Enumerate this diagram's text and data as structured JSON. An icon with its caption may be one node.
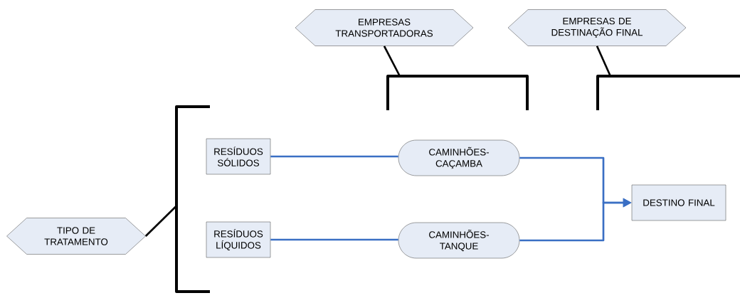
{
  "diagram": {
    "nodes": [
      {
        "text": [
          "TIPO DE TRATAMENTO"
        ]
      },
      {
        "text": [
          "EMPRESAS TRANSPORTADORAS"
        ]
      },
      {
        "text": [
          "EMPRESAS DE DESTINAÇÃO FINAL"
        ]
      },
      {
        "text": [
          "RESÍDUOS SÓLIDOS"
        ]
      },
      {
        "text": [
          "CAMINHÕES-CAÇAMBA"
        ]
      },
      {
        "text": [
          "RESÍDUOS LÍQUIDOS"
        ]
      },
      {
        "text": [
          "CAMINHÕES-TANQUE"
        ]
      },
      {
        "text": [
          "DESTINO FINAL"
        ]
      },
      {
        "text": [],
        "shape": "bracket"
      },
      {
        "text": [],
        "shape": "bracket"
      },
      {
        "text": [],
        "shape": "bracket"
      }
    ],
    "edges": [
      {
        "from": 0,
        "to": 8,
        "arrow": "none",
        "color": "#000000"
      },
      {
        "from": 1,
        "to": 9,
        "arrow": "none",
        "color": "#000000"
      },
      {
        "from": 2,
        "to": 10,
        "arrow": "none",
        "color": "#000000"
      },
      {
        "from": 3,
        "to": 4,
        "arrow": "none"
      },
      {
        "from": 4,
        "to": 7,
        "arrow": "to"
      },
      {
        "from": 5,
        "to": 6,
        "arrow": "none"
      },
      {
        "from": 6,
        "to": 7,
        "arrow": "to"
      }
    ]
  }
}
